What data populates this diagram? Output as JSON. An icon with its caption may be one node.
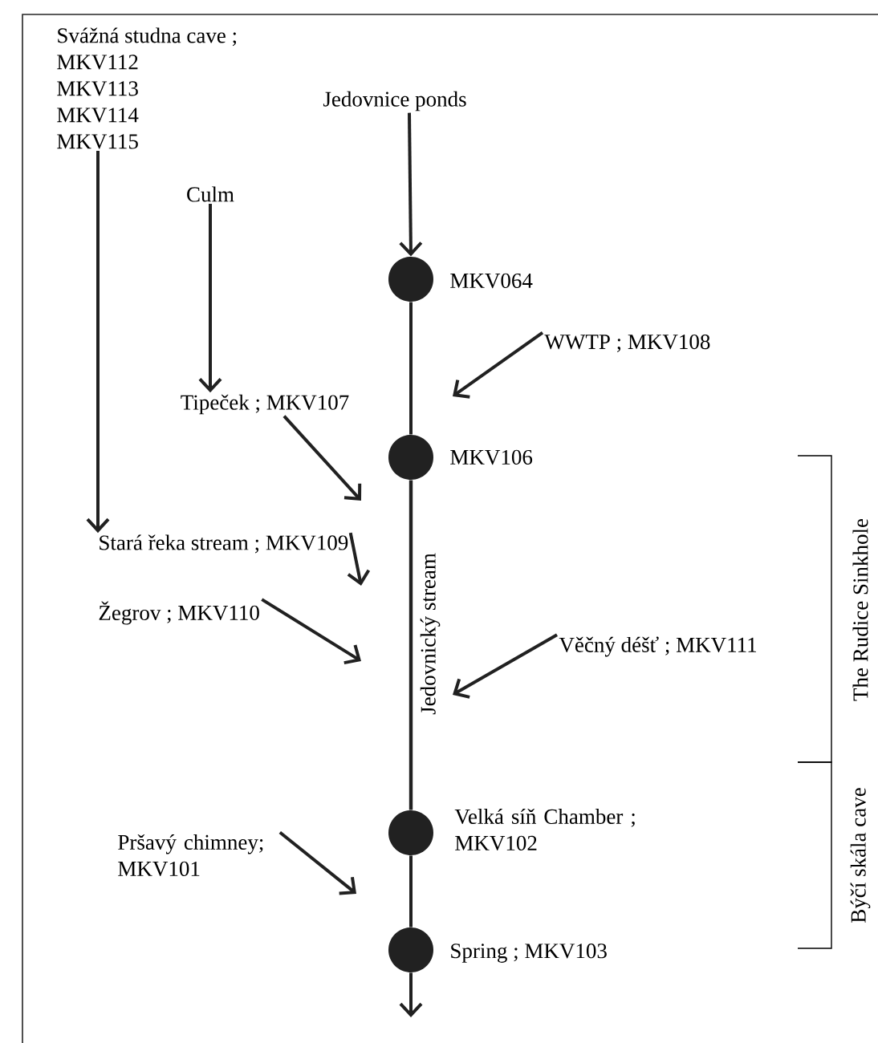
{
  "diagram": {
    "nodes": [
      {
        "text": [
          "Svážná studna cave ;",
          "MKV112",
          "MKV113",
          "MKV114",
          "MKV115"
        ]
      },
      {
        "text": [
          "Culm"
        ]
      },
      {
        "text": [
          "Jedovnice ponds"
        ]
      },
      {
        "text": [],
        "shape": "circle",
        "beside": [
          "MKV064"
        ]
      },
      {
        "text": [
          "WWTP ; MKV108"
        ]
      },
      {
        "text": [
          "Tipeček ; MKV107"
        ]
      },
      {
        "text": [],
        "shape": "circle",
        "beside": [
          "MKV106"
        ]
      },
      {
        "text": [
          "Stará řeka stream ; MKV109"
        ]
      },
      {
        "text": [
          "Žegrov ; MKV110"
        ]
      },
      {
        "text": [
          "Věčný déšť ; MKV111"
        ]
      },
      {
        "text": [],
        "shape": "circle",
        "beside": [
          "Velká síň Chamber ; MKV102"
        ]
      },
      {
        "text": [
          "Pršavý chimney; MKV101"
        ]
      },
      {
        "text": [],
        "shape": "circle",
        "beside": [
          "Spring ; MKV103"
        ]
      }
    ],
    "edges": [
      {
        "from": 0,
        "to": 7,
        "arrow": "to"
      },
      {
        "from": 1,
        "to": 5,
        "arrow": "to"
      },
      {
        "from": 2,
        "to": 3,
        "arrow": "to"
      },
      {
        "from": 3,
        "to": 6,
        "arrow": "none"
      },
      {
        "from": 4,
        "to": null,
        "arrow": "to"
      },
      {
        "from": 5,
        "to": null,
        "arrow": "to"
      },
      {
        "from": 7,
        "to": null,
        "arrow": "to"
      },
      {
        "from": 8,
        "to": null,
        "arrow": "to"
      },
      {
        "from": 9,
        "to": null,
        "arrow": "to"
      },
      {
        "from": 6,
        "to": 10,
        "arrow": "none",
        "label": "Jedovnický stream"
      },
      {
        "from": 11,
        "to": null,
        "arrow": "to"
      },
      {
        "from": 10,
        "to": 12,
        "arrow": "none"
      },
      {
        "from": 12,
        "to": null,
        "arrow": "to"
      }
    ],
    "labels": [
      "The Rudice Sinkhole",
      "Býčí skála cave"
    ]
  }
}
